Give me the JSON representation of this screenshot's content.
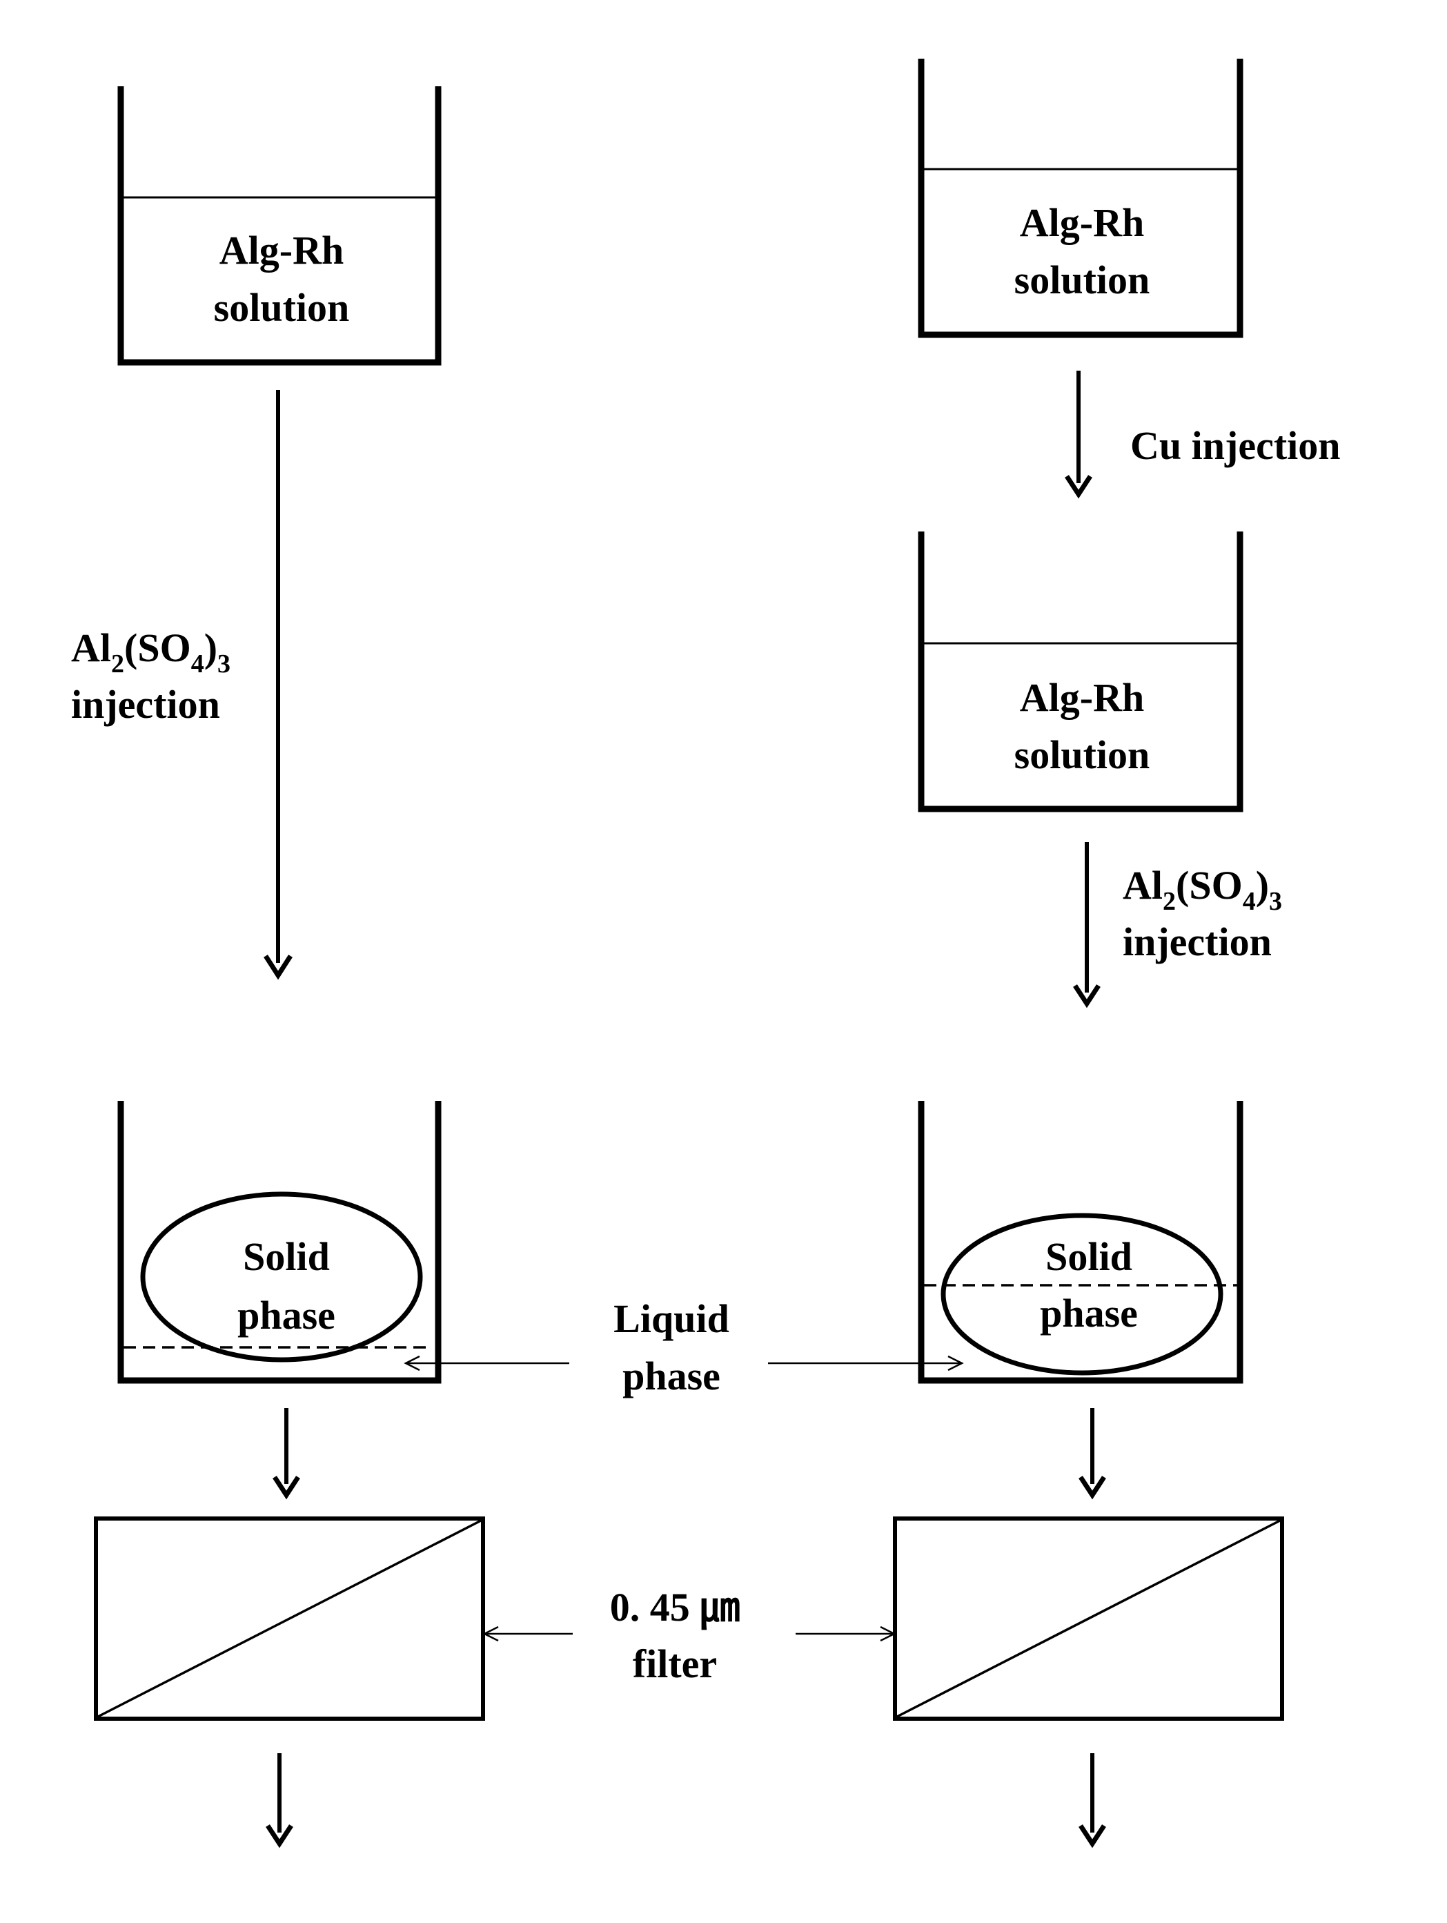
{
  "left_column": {
    "beaker_top_label_line1": "Alg-Rh",
    "beaker_top_label_line2": "solution",
    "step_injection": {
      "chem_base": "Al",
      "chem_sub1": "2",
      "chem_mid": "(SO",
      "chem_sub2": "4",
      "chem_close": ")",
      "chem_sub3": "3",
      "word": "injection"
    },
    "beaker_bottom_label_line1": "Solid",
    "beaker_bottom_label_line2": "phase"
  },
  "right_column": {
    "beaker_top_label_line1": "Alg-Rh",
    "beaker_top_label_line2": "solution",
    "step_cu": "Cu injection",
    "beaker_middle_label_line1": "Alg-Rh",
    "beaker_middle_label_line2": "solution",
    "step_injection": {
      "chem_base": "Al",
      "chem_sub1": "2",
      "chem_mid": "(SO",
      "chem_sub2": "4",
      "chem_close": ")",
      "chem_sub3": "3",
      "word": "injection"
    },
    "beaker_bottom_label_line1": "Solid",
    "beaker_bottom_label_line2": "phase"
  },
  "center": {
    "liquid_phase_line1": "Liquid",
    "liquid_phase_line2": "phase",
    "filter_line1": "0. 45 ㎛",
    "filter_line2": "filter"
  },
  "colors": {
    "stroke": "#000000",
    "background": "#ffffff"
  }
}
